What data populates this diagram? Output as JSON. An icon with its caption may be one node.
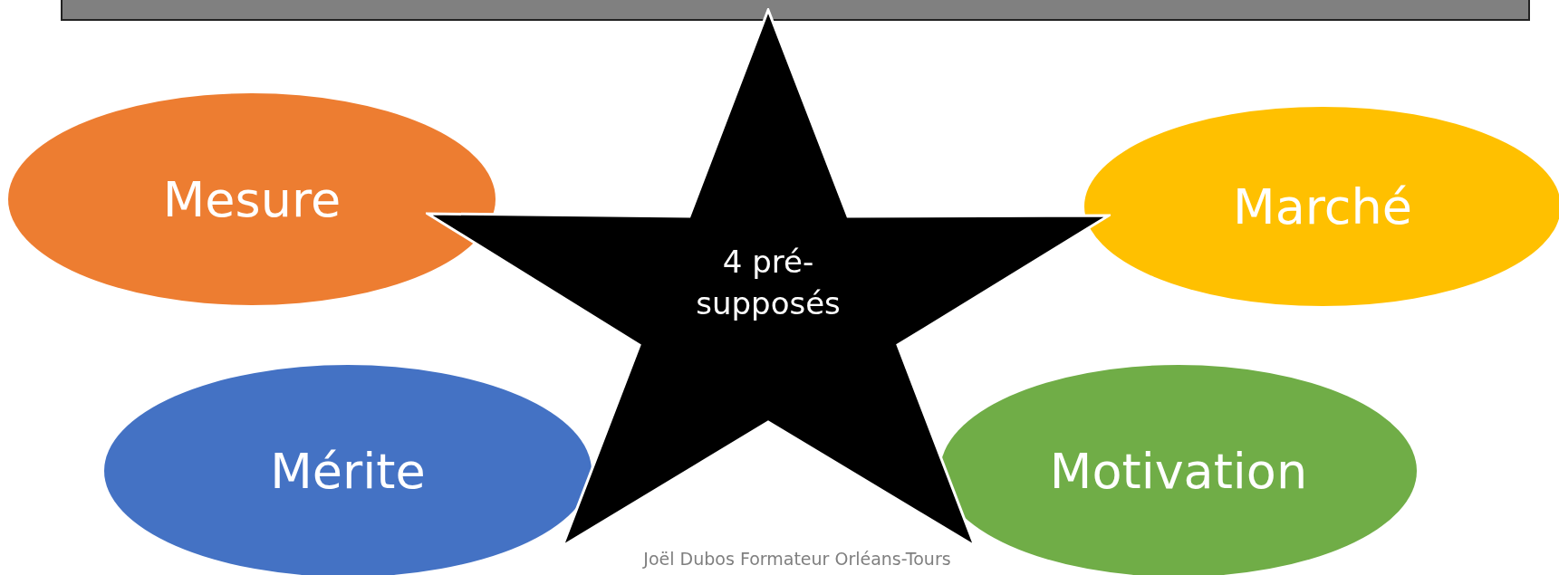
{
  "diagram": {
    "nodes": [
      {
        "text": [
          "Mesure"
        ]
      },
      {
        "text": [
          "Marché"
        ]
      },
      {
        "text": [
          "4 pré- supposés"
        ]
      },
      {
        "text": [
          "Mérite"
        ]
      },
      {
        "text": [
          "Motivation"
        ]
      }
    ],
    "labels": [
      "Joël Dubos Formateur Orléans-Tours"
    ]
  }
}
